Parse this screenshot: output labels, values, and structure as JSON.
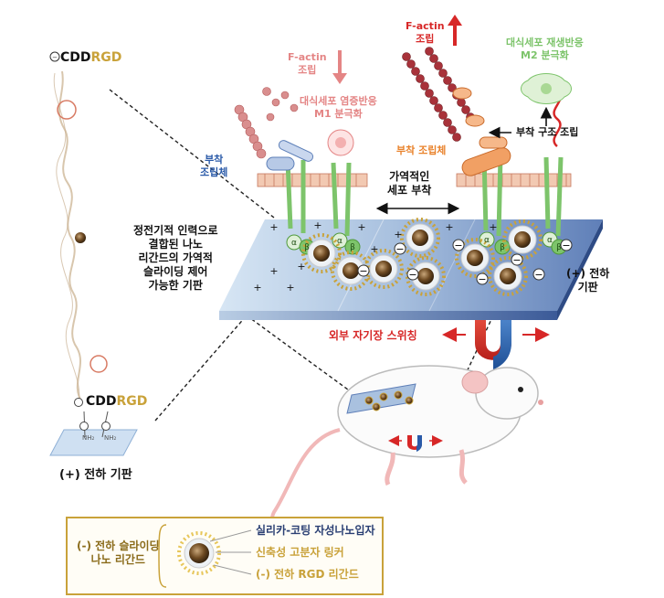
{
  "colors": {
    "gold": "#c9a23a",
    "red": "#d72727",
    "green": "#7dc46b",
    "blue_label": "#2a5aa8",
    "orange": "#e9822b",
    "pink": "#e48585"
  },
  "peptide": {
    "top_ccd": "CDD",
    "top_rgd": "RGD",
    "bottom_ccd": "CDD",
    "bottom_rgd": "RGD",
    "nh2_a": "NH₂",
    "nh2_b": "NH₂",
    "substrate_label": "(+) 전하 기판"
  },
  "substrate": {
    "description": "정전기적 인력으로\n결합된 나노\n리간드의 가역적\n슬라이딩 제어\n가능한 기판",
    "charge_label": "(+) 전하\n기판",
    "magnet_label": "외부 자기장 스위칭"
  },
  "cell_left": {
    "factin": "F-actin\n조립",
    "integrin_assembly": "부착\n조립체",
    "macrophage": "대식세포 염증반응\nM1 분극화"
  },
  "cell_right": {
    "factin": "F-actin\n조립",
    "assembly": "부착 조립체",
    "macrophage": "대식세포 재생반응\nM2 분극화",
    "structure": "부착 구조 조립"
  },
  "middle": {
    "reversible": "가역적인\n세포 부착"
  },
  "symbols": {
    "alpha": "α",
    "beta": "β",
    "plus": "+",
    "minus": "−"
  },
  "legend": {
    "title": "(-) 전하 슬라이딩\n나노 리간드",
    "item1": "실리카-코팅 자성나노입자",
    "item2": "신축성 고분자 링커",
    "item3": "(-) 전하 RGD 리간드"
  }
}
